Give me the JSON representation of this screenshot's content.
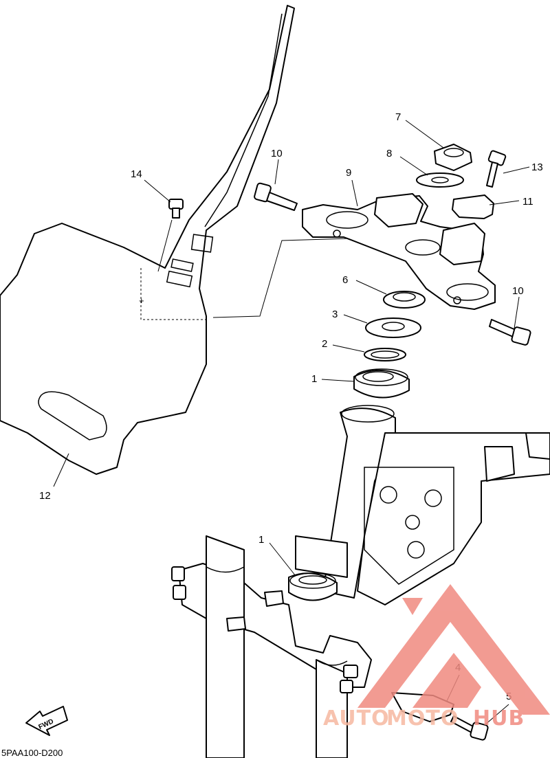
{
  "diagram": {
    "code": "5PAA100-D200",
    "fwd_label": "FWD",
    "callouts": [
      {
        "id": "c1a",
        "label": "1"
      },
      {
        "id": "c1b",
        "label": "1"
      },
      {
        "id": "c2",
        "label": "2"
      },
      {
        "id": "c3",
        "label": "3"
      },
      {
        "id": "c4",
        "label": "4"
      },
      {
        "id": "c5",
        "label": "5"
      },
      {
        "id": "c6",
        "label": "6"
      },
      {
        "id": "c7",
        "label": "7"
      },
      {
        "id": "c8",
        "label": "8"
      },
      {
        "id": "c9",
        "label": "9"
      },
      {
        "id": "c10a",
        "label": "10"
      },
      {
        "id": "c10b",
        "label": "10"
      },
      {
        "id": "c11",
        "label": "11"
      },
      {
        "id": "c12",
        "label": "12"
      },
      {
        "id": "c13",
        "label": "13"
      },
      {
        "id": "c14",
        "label": "14"
      }
    ]
  },
  "watermark": {
    "text_a": "AUTO",
    "text_b": "MOTO",
    "text_c": "HUB",
    "color": "#f08a80",
    "color_light": "#f6b8a0"
  }
}
